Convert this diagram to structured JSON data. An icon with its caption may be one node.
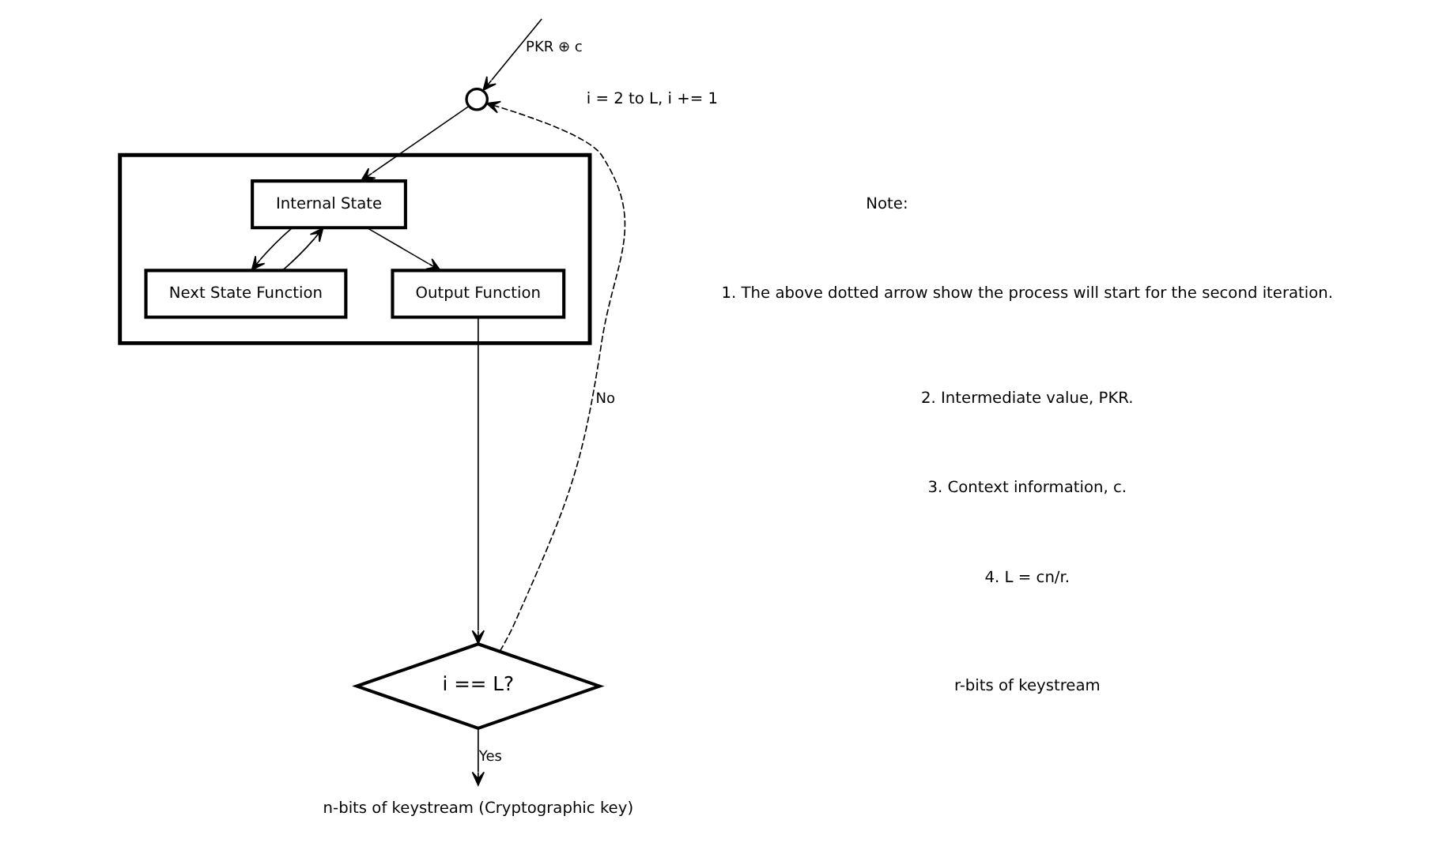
{
  "diagram": {
    "nodes": [
      {
        "text": [],
        "shape": "circle"
      },
      {
        "text": [],
        "shape": "triangle"
      },
      {
        "text": [
          "Internal State"
        ],
        "in": 1
      },
      {
        "text": [
          "Next State Function"
        ],
        "in": 1
      },
      {
        "text": [
          "Output Function"
        ],
        "in": 1
      },
      {
        "text": [
          "i == L?"
        ]
      },
      {
        "text": [
          "n-bits of keystream (Cryptographic key)"
        ]
      }
    ],
    "edges": [
      {
        "from": null,
        "to": 0,
        "arrow": "to",
        "label": "PKR ⊕ c"
      },
      {
        "from": 0,
        "to": 2,
        "arrow": "to"
      },
      {
        "from": 2,
        "to": 3,
        "arrow": "to"
      },
      {
        "from": 3,
        "to": 2,
        "arrow": "to"
      },
      {
        "from": 2,
        "to": 4,
        "arrow": "to"
      },
      {
        "from": 4,
        "to": 5,
        "arrow": "to"
      },
      {
        "from": 5,
        "to": 0,
        "arrow": "to",
        "label": "No",
        "style": "dashed"
      },
      {
        "from": 5,
        "to": 6,
        "arrow": "to",
        "label": "Yes"
      }
    ],
    "labels": [
      "i = 2 to L, i += 1",
      "Note:",
      "1. The above dotted arrow show the process will start for the second iteration.",
      "2. Intermediate value, PKR.",
      "3. Context information, c.",
      "4. L = cn/r.",
      "r-bits of keystream"
    ]
  }
}
